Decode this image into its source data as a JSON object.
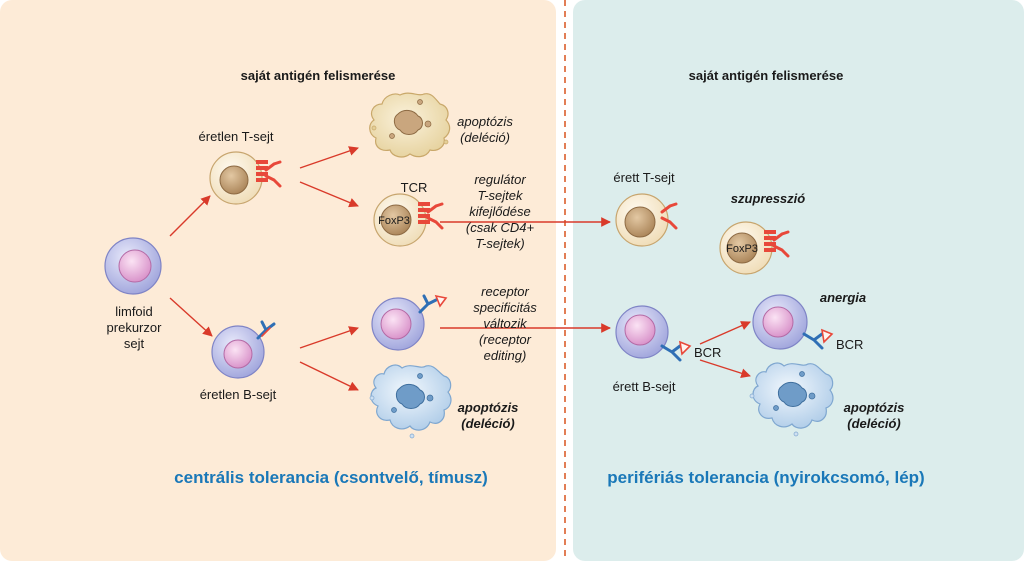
{
  "colors": {
    "left_panel": "#fdebd7",
    "right_panel": "#dcedec",
    "divider": "#d9541e",
    "arrow": "#d93a2a",
    "title_blue": "#1a78b8",
    "t_cell": "#f7ecd2",
    "t_nucleus": "#c9a67e",
    "b_cell": "#c6c9ee",
    "b_nucleus": "#e9b6e0",
    "tcr_red": "#e8483a",
    "bcr_blue": "#2f6fb5"
  },
  "left": {
    "header": "saját antigén felismerése",
    "label_immature_t": "éretlen T-sejt",
    "label_apoptosis_top": "apoptózis\n(deléció)",
    "label_tcr": "TCR",
    "label_foxp3": "FoxP3",
    "label_treg": "regulátor\nT-sejtek\nkifejlődése\n(csak CD4+\nT-sejtek)",
    "label_precursor": "limfoid\nprekurzor\nsejt",
    "label_receptor": "receptor\nspecificitás\nváltozik\n(receptor\nediting)",
    "label_immature_b": "éretlen B-sejt",
    "label_apoptosis_bottom": "apoptózis\n(deléció)",
    "title": "centrális tolerancia (csontvelő, tímusz)"
  },
  "right": {
    "header": "saját antigén felismerése",
    "label_mature_t": "érett T-sejt",
    "label_suppression": "szupresszió",
    "label_foxp3": "FoxP3",
    "label_anergy": "anergia",
    "label_bcr_1": "BCR",
    "label_bcr_2": "BCR",
    "label_mature_b": "érett B-sejt",
    "label_apoptosis": "apoptózis\n(deléció)",
    "title": "perifériás tolerancia (nyirokcsomó, lép)"
  }
}
